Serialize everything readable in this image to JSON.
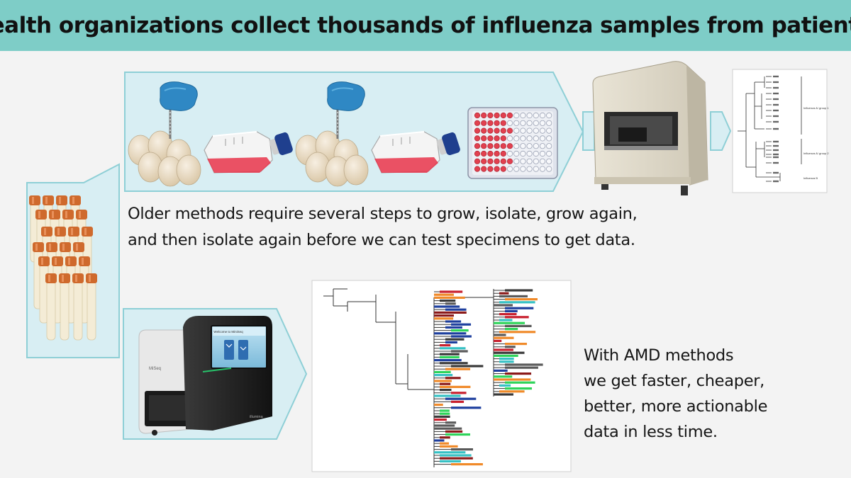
{
  "header": {
    "title": "Health organizations collect thousands of influenza samples from patients."
  },
  "captions": {
    "older_methods": [
      "Older methods require several steps to grow, isolate, grow again,",
      "and then isolate again before we can test specimens to get data."
    ],
    "amd_methods": [
      "With AMD methods",
      "we get faster, cheaper,",
      "better, more actionable",
      "data in less time."
    ]
  },
  "tree_labels": {
    "group_1": "Influenza A/ group 1",
    "group_2": "Influenza A/ group 2",
    "group_b": "Influenza B"
  },
  "sequencer_labels": {
    "screen_text": "Welcome to MiniSeq",
    "left_label": "MiSeq",
    "brand": "illumina"
  },
  "colors": {
    "banner": "#7ecdc7",
    "panel_fill": "#d8eef3",
    "panel_stroke": "#8ecfd6",
    "tube_cap": "#cf6a2d",
    "flask_media": "#e8344a",
    "flask_cap": "#1f3f8e"
  }
}
